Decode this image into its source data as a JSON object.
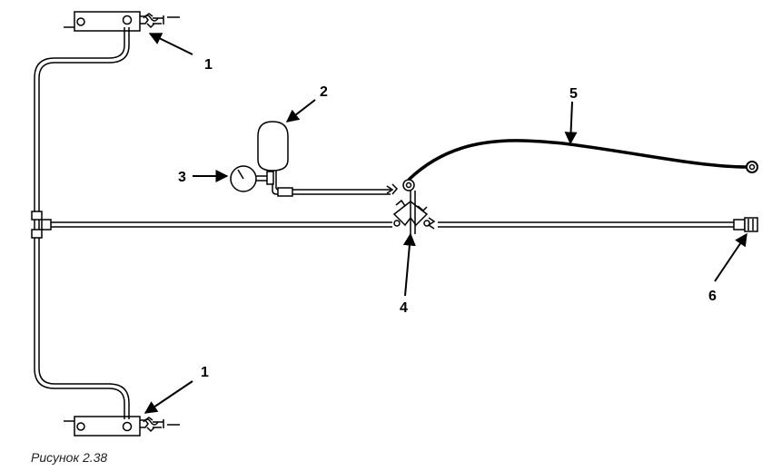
{
  "callouts": {
    "c1_top": "1",
    "c1_bottom": "1",
    "c2": "2",
    "c3": "3",
    "c4": "4",
    "c5": "5",
    "c6": "6"
  },
  "caption": "Рисунок 2.38",
  "colors": {
    "line": "#000000",
    "background": "#ffffff"
  }
}
